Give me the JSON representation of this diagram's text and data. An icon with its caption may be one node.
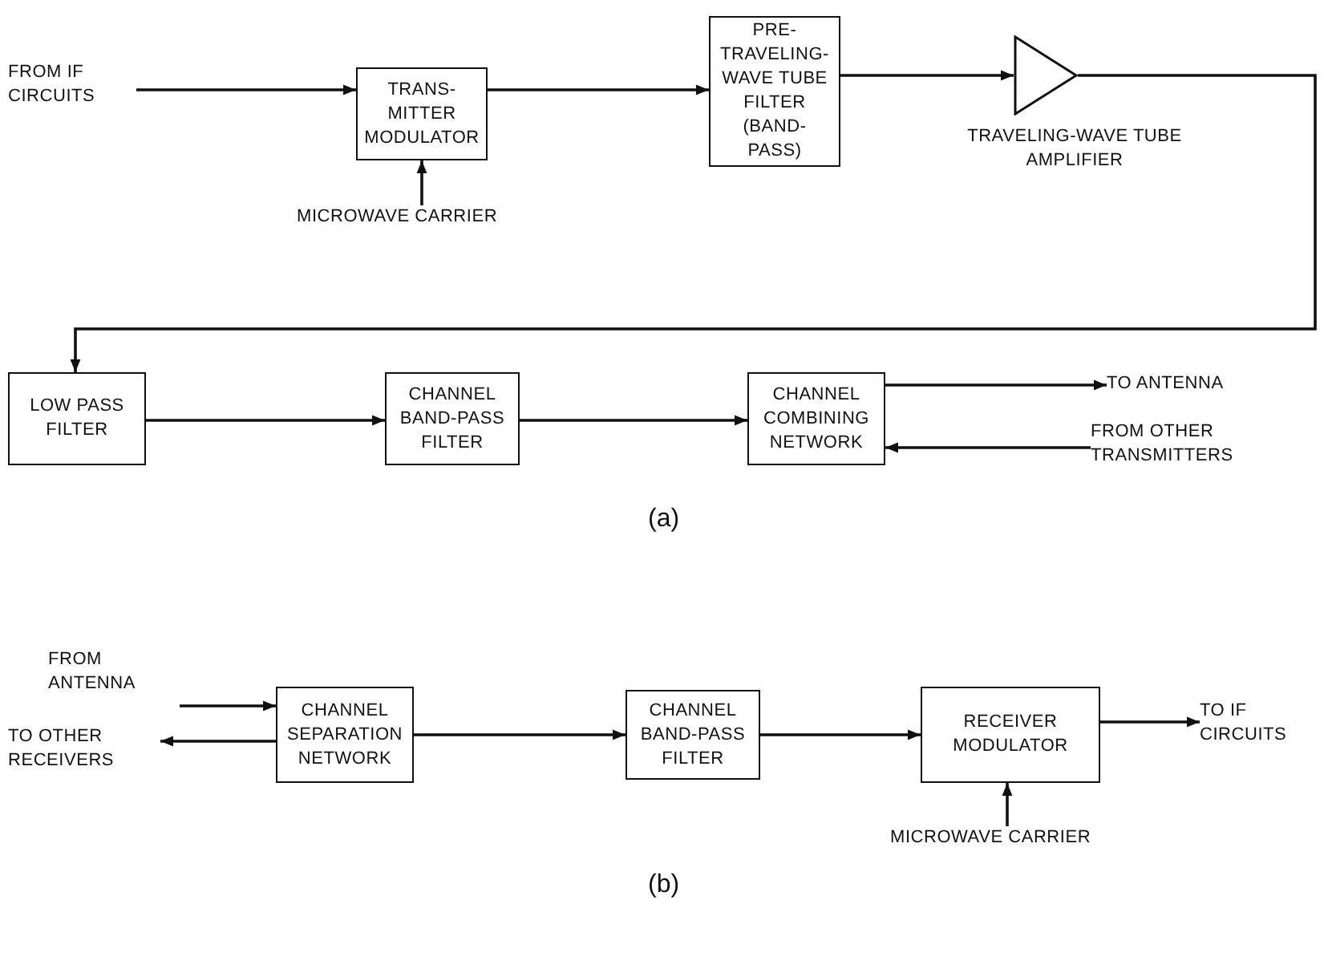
{
  "diagram": {
    "nodes": [
      {
        "text": [
          "FROM IF CIRCUITS"
        ]
      },
      {
        "text": [
          "TRANS- MITTER MODULATOR"
        ]
      },
      {
        "text": [
          "MICROWAVE CARRIER"
        ]
      },
      {
        "text": [
          "PRE- TRAVELING- WAVE TUBE FILTER (BAND-PASS)"
        ]
      },
      {
        "text": [],
        "shape": "triangle",
        "beside": [
          "TRAVELING-WAVE TUBE AMPLIFIER"
        ]
      },
      {
        "text": [
          "LOW PASS FILTER"
        ]
      },
      {
        "text": [
          "CHANNEL BAND-PASS FILTER"
        ]
      },
      {
        "text": [
          "CHANNEL COMBINING NETWORK"
        ]
      },
      {
        "text": [
          "TO ANTENNA"
        ]
      },
      {
        "text": [
          "FROM OTHER TRANSMITTERS"
        ]
      },
      {
        "text": [
          "FROM ANTENNA"
        ]
      },
      {
        "text": [
          "TO OTHER RECEIVERS"
        ]
      },
      {
        "text": [
          "CHANNEL SEPARATION NETWORK"
        ]
      },
      {
        "text": [
          "CHANNEL BAND-PASS FILTER"
        ]
      },
      {
        "text": [
          "RECEIVER MODULATOR"
        ]
      },
      {
        "text": [
          "TO IF CIRCUITS"
        ]
      },
      {
        "text": [
          "MICROWAVE CARRIER"
        ]
      }
    ],
    "edges": [
      {
        "from": 0,
        "to": 1,
        "arrow": "to"
      },
      {
        "from": 2,
        "to": 1,
        "arrow": "to"
      },
      {
        "from": 1,
        "to": 3,
        "arrow": "to"
      },
      {
        "from": 3,
        "to": 4,
        "arrow": "to"
      },
      {
        "from": 4,
        "to": 5,
        "arrow": "to"
      },
      {
        "from": 5,
        "to": 6,
        "arrow": "to"
      },
      {
        "from": 6,
        "to": 7,
        "arrow": "to"
      },
      {
        "from": 7,
        "to": 8,
        "arrow": "to"
      },
      {
        "from": 9,
        "to": 7,
        "arrow": "to"
      },
      {
        "from": 10,
        "to": 12,
        "arrow": "to"
      },
      {
        "from": 12,
        "to": 11,
        "arrow": "to"
      },
      {
        "from": 12,
        "to": 13,
        "arrow": "to"
      },
      {
        "from": 13,
        "to": 14,
        "arrow": "to"
      },
      {
        "from": 14,
        "to": 15,
        "arrow": "to"
      },
      {
        "from": 16,
        "to": 14,
        "arrow": "to"
      }
    ],
    "labels": [
      "(a)",
      "(b)"
    ]
  }
}
